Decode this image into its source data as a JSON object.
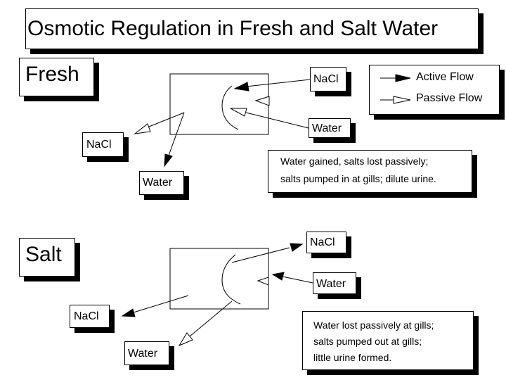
{
  "title": "Osmotic Regulation in Fresh and Salt Water",
  "legend": {
    "active": "Active Flow",
    "passive": "Passive Flow"
  },
  "fresh": {
    "label": "Fresh",
    "nacl_in": "NaCl",
    "water_in": "Water",
    "nacl_out": "NaCl",
    "water_out": "Water",
    "note_line1": "Water gained, salts lost passively;",
    "note_line2": "salts pumped in at gills; dilute urine."
  },
  "salt": {
    "label": "Salt",
    "nacl_out": "NaCl",
    "water_out": "Water",
    "nacl_lost": "NaCl",
    "water_lost": "Water",
    "note_line1": "Water lost passively at gills;",
    "note_line2": "salts pumped out at gills;",
    "note_line3": "little urine formed."
  }
}
